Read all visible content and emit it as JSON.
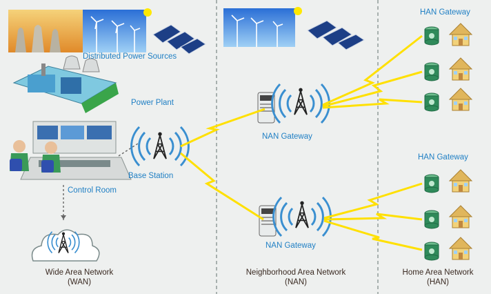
{
  "zones": {
    "wan": {
      "title": "Wide Area Network",
      "abbr": "(WAN)"
    },
    "nan": {
      "title": "Neighborhood Area Network",
      "abbr": "(NAN)"
    },
    "han": {
      "title": "Home Area Network",
      "abbr": "(HAN)"
    }
  },
  "nodes": {
    "distributed": "Distributed Power Sources",
    "power_plant": "Power Plant",
    "control_room": "Control Room",
    "base_station": "Base Station",
    "nan_gateway_top": "NAN Gateway",
    "nan_gateway_bottom": "NAN Gateway",
    "han_gateway_top": "HAN Gateway",
    "han_gateway_bottom": "HAN Gateway"
  },
  "colors": {
    "label_blue": "#1f7fc4",
    "label_dark": "#3a2a22",
    "lightning": "#ffe000",
    "wifi": "#3a8fd0",
    "router": "#2f8a5a",
    "house": "#f2d27a"
  }
}
